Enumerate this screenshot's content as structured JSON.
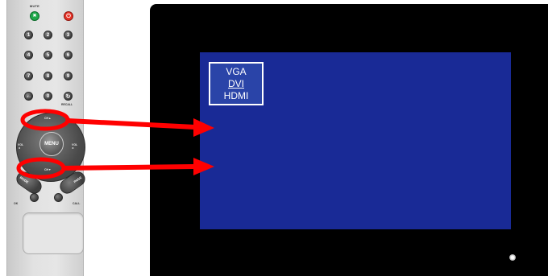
{
  "remote": {
    "mute_label": "MUTE",
    "mute_icon": "mute-icon",
    "power_icon": "power-icon",
    "number_keys": [
      "1",
      "2",
      "3",
      "4",
      "5",
      "6",
      "7",
      "8",
      "9"
    ],
    "dash_key": "-/--",
    "zero_key": "0",
    "recall_icon": "recall-icon",
    "recall_label": "RECALL",
    "ch_up_label": "CH▲",
    "ch_down_label": "CH▼",
    "vol_minus_label": "VOL◄",
    "vol_plus_label": "VOL►",
    "menu_label": "MENU",
    "mode_label": "MODE",
    "ok_label": "OK",
    "page_label": "PAGE",
    "call_label": "CALL"
  },
  "monitor": {
    "source_menu": [
      "VGA",
      "DVI",
      "HDMI"
    ],
    "selected_source": "DVI"
  },
  "annotations": {
    "highlight_color": "#ff0000",
    "arrows": [
      "ch-up-to-screen",
      "ch-down-to-screen"
    ]
  },
  "colors": {
    "screen_blue": "#192a96",
    "osd_border": "#ffffff",
    "mute_green": "#1fa84a",
    "power_red": "#e63226"
  }
}
